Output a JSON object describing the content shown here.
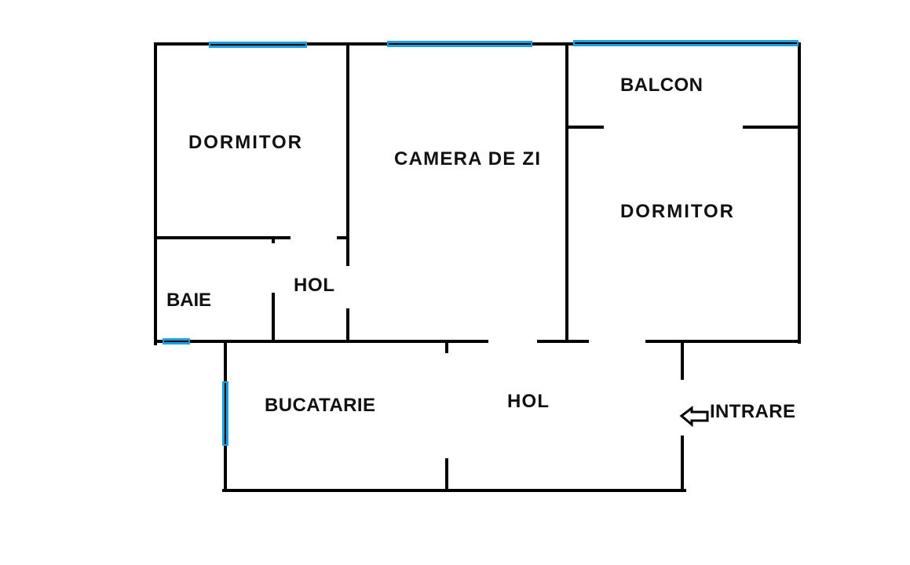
{
  "floor_plan": {
    "rooms": {
      "bedroom_left": "DORMITOR",
      "living_room": "CAMERA DE ZI",
      "balcony": "BALCON",
      "bedroom_right": "DORMITOR",
      "bathroom": "BAIE",
      "hall_inner": "HOL",
      "kitchen": "BUCATARIE",
      "hall_main": "HOL",
      "entrance": "INTRARE"
    },
    "colors": {
      "wall": "#000000",
      "window": "#1ea0e0"
    },
    "icons": {
      "entrance_arrow": "arrow-left-outline-icon"
    }
  }
}
